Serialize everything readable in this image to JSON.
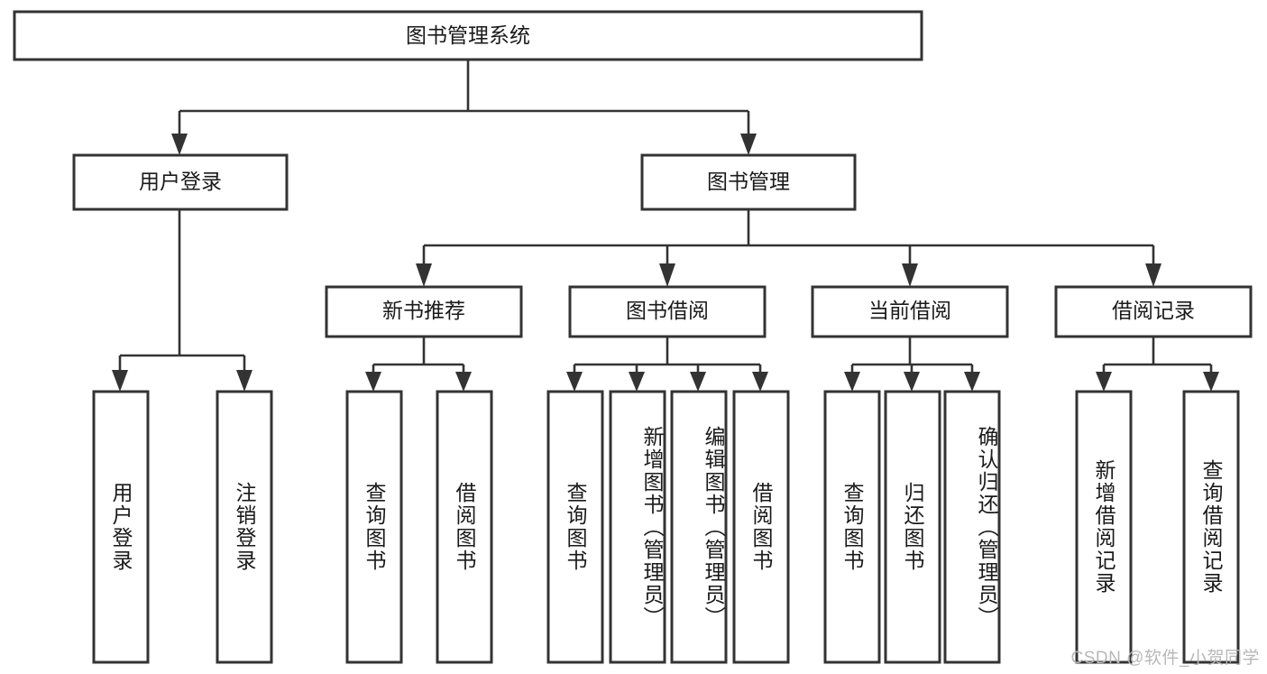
{
  "diagram": {
    "title": "图书管理系统",
    "type": "tree-hierarchy",
    "root": {
      "id": "root",
      "label": "图书管理系统",
      "orientation": "horizontal"
    },
    "level2": [
      {
        "id": "user-login",
        "label": "用户登录",
        "orientation": "horizontal"
      },
      {
        "id": "book-manage",
        "label": "图书管理",
        "orientation": "horizontal"
      }
    ],
    "level3": [
      {
        "id": "new-book-recommend",
        "label": "新书推荐",
        "orientation": "horizontal",
        "parent": "book-manage"
      },
      {
        "id": "book-borrow",
        "label": "图书借阅",
        "orientation": "horizontal",
        "parent": "book-manage"
      },
      {
        "id": "current-borrow",
        "label": "当前借阅",
        "orientation": "horizontal",
        "parent": "book-manage"
      },
      {
        "id": "borrow-record",
        "label": "借阅记录",
        "orientation": "horizontal",
        "parent": "book-manage"
      }
    ],
    "leaves": [
      {
        "id": "leaf-user-login",
        "label": "用户登录",
        "orientation": "vertical",
        "parent": "user-login"
      },
      {
        "id": "leaf-logout-login",
        "label": "注销登录",
        "orientation": "vertical",
        "parent": "user-login"
      },
      {
        "id": "leaf-query-book-1",
        "label": "查询图书",
        "orientation": "vertical",
        "parent": "new-book-recommend"
      },
      {
        "id": "leaf-borrow-book-1",
        "label": "借阅图书",
        "orientation": "vertical",
        "parent": "new-book-recommend"
      },
      {
        "id": "leaf-query-book-2",
        "label": "查询图书",
        "orientation": "vertical",
        "parent": "book-borrow"
      },
      {
        "id": "leaf-add-book",
        "label": "新增图书（管理员）",
        "orientation": "vertical",
        "parent": "book-borrow"
      },
      {
        "id": "leaf-edit-book",
        "label": "编辑图书（管理员）",
        "orientation": "vertical",
        "parent": "book-borrow"
      },
      {
        "id": "leaf-borrow-book-2",
        "label": "借阅图书",
        "orientation": "vertical",
        "parent": "book-borrow"
      },
      {
        "id": "leaf-query-book-3",
        "label": "查询图书",
        "orientation": "vertical",
        "parent": "current-borrow"
      },
      {
        "id": "leaf-return-book",
        "label": "归还图书",
        "orientation": "vertical",
        "parent": "current-borrow"
      },
      {
        "id": "leaf-confirm-return",
        "label": "确认归还（管理员）",
        "orientation": "vertical",
        "parent": "current-borrow"
      },
      {
        "id": "leaf-add-record",
        "label": "新增借阅记录",
        "orientation": "vertical",
        "parent": "borrow-record"
      },
      {
        "id": "leaf-query-record",
        "label": "查询借阅记录",
        "orientation": "vertical",
        "parent": "borrow-record"
      }
    ]
  },
  "watermark": {
    "text": "CSDN @软件_小贺同学"
  },
  "colors": {
    "box_border": "#333333",
    "box_fill": "#ffffff",
    "connector": "#333333",
    "text": "#1a1a1a",
    "watermark": "#b8b8b8",
    "background": "#ffffff"
  }
}
